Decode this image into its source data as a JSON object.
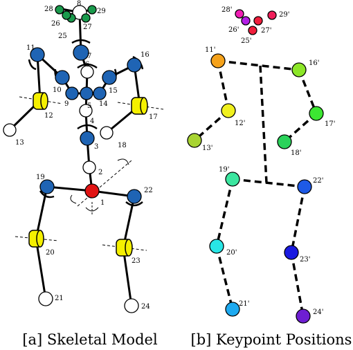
{
  "captions": {
    "left": "[a] Skeletal Model",
    "right": "[b] Keypoint Positions"
  },
  "skeleton_labels": {
    "1": "1",
    "2": "2",
    "3": "3",
    "4": "4",
    "5": "5",
    "6": "6",
    "7": "7",
    "8": "8",
    "9": "9",
    "10": "10",
    "11": "11",
    "12": "12",
    "13": "13",
    "14": "14",
    "15": "15",
    "16": "16",
    "17": "17",
    "18": "18",
    "19": "19",
    "20": "20",
    "21": "21",
    "22": "22",
    "23": "23",
    "24": "24",
    "25": "25",
    "26": "26",
    "27": "27",
    "28": "28",
    "29": "29"
  },
  "keypoint_labels": {
    "11": "11'",
    "12": "12'",
    "13": "13'",
    "16": "16'",
    "17": "17'",
    "18": "18'",
    "19": "19'",
    "20": "20'",
    "21": "21'",
    "22": "22'",
    "23": "23'",
    "24": "24'",
    "25": "25'",
    "26": "26'",
    "27": "27'",
    "28": "28'",
    "29": "29'"
  },
  "colors": {
    "joint_blue": "#1f64b4",
    "joint_white": "#ffffff",
    "joint_yellow": "#f5f000",
    "root_red": "#e11414",
    "face_green": "#1a9a4c",
    "kp_11": "#f5a21b",
    "kp_12": "#f0f01e",
    "kp_13": "#a8d432",
    "kp_16": "#8ce628",
    "kp_17": "#3ce632",
    "kp_18": "#2ad25a",
    "kp_19": "#3ce6a0",
    "kp_20": "#28e6e6",
    "kp_21": "#1eaaf0",
    "kp_22": "#1e5ae6",
    "kp_23": "#1a1ae0",
    "kp_24": "#6e1ed2",
    "kp_25": "#f01e3c",
    "kp_26": "#b41ee6",
    "kp_27": "#f01e3c",
    "kp_28": "#f01eb4",
    "kp_29": "#f01e5a"
  }
}
